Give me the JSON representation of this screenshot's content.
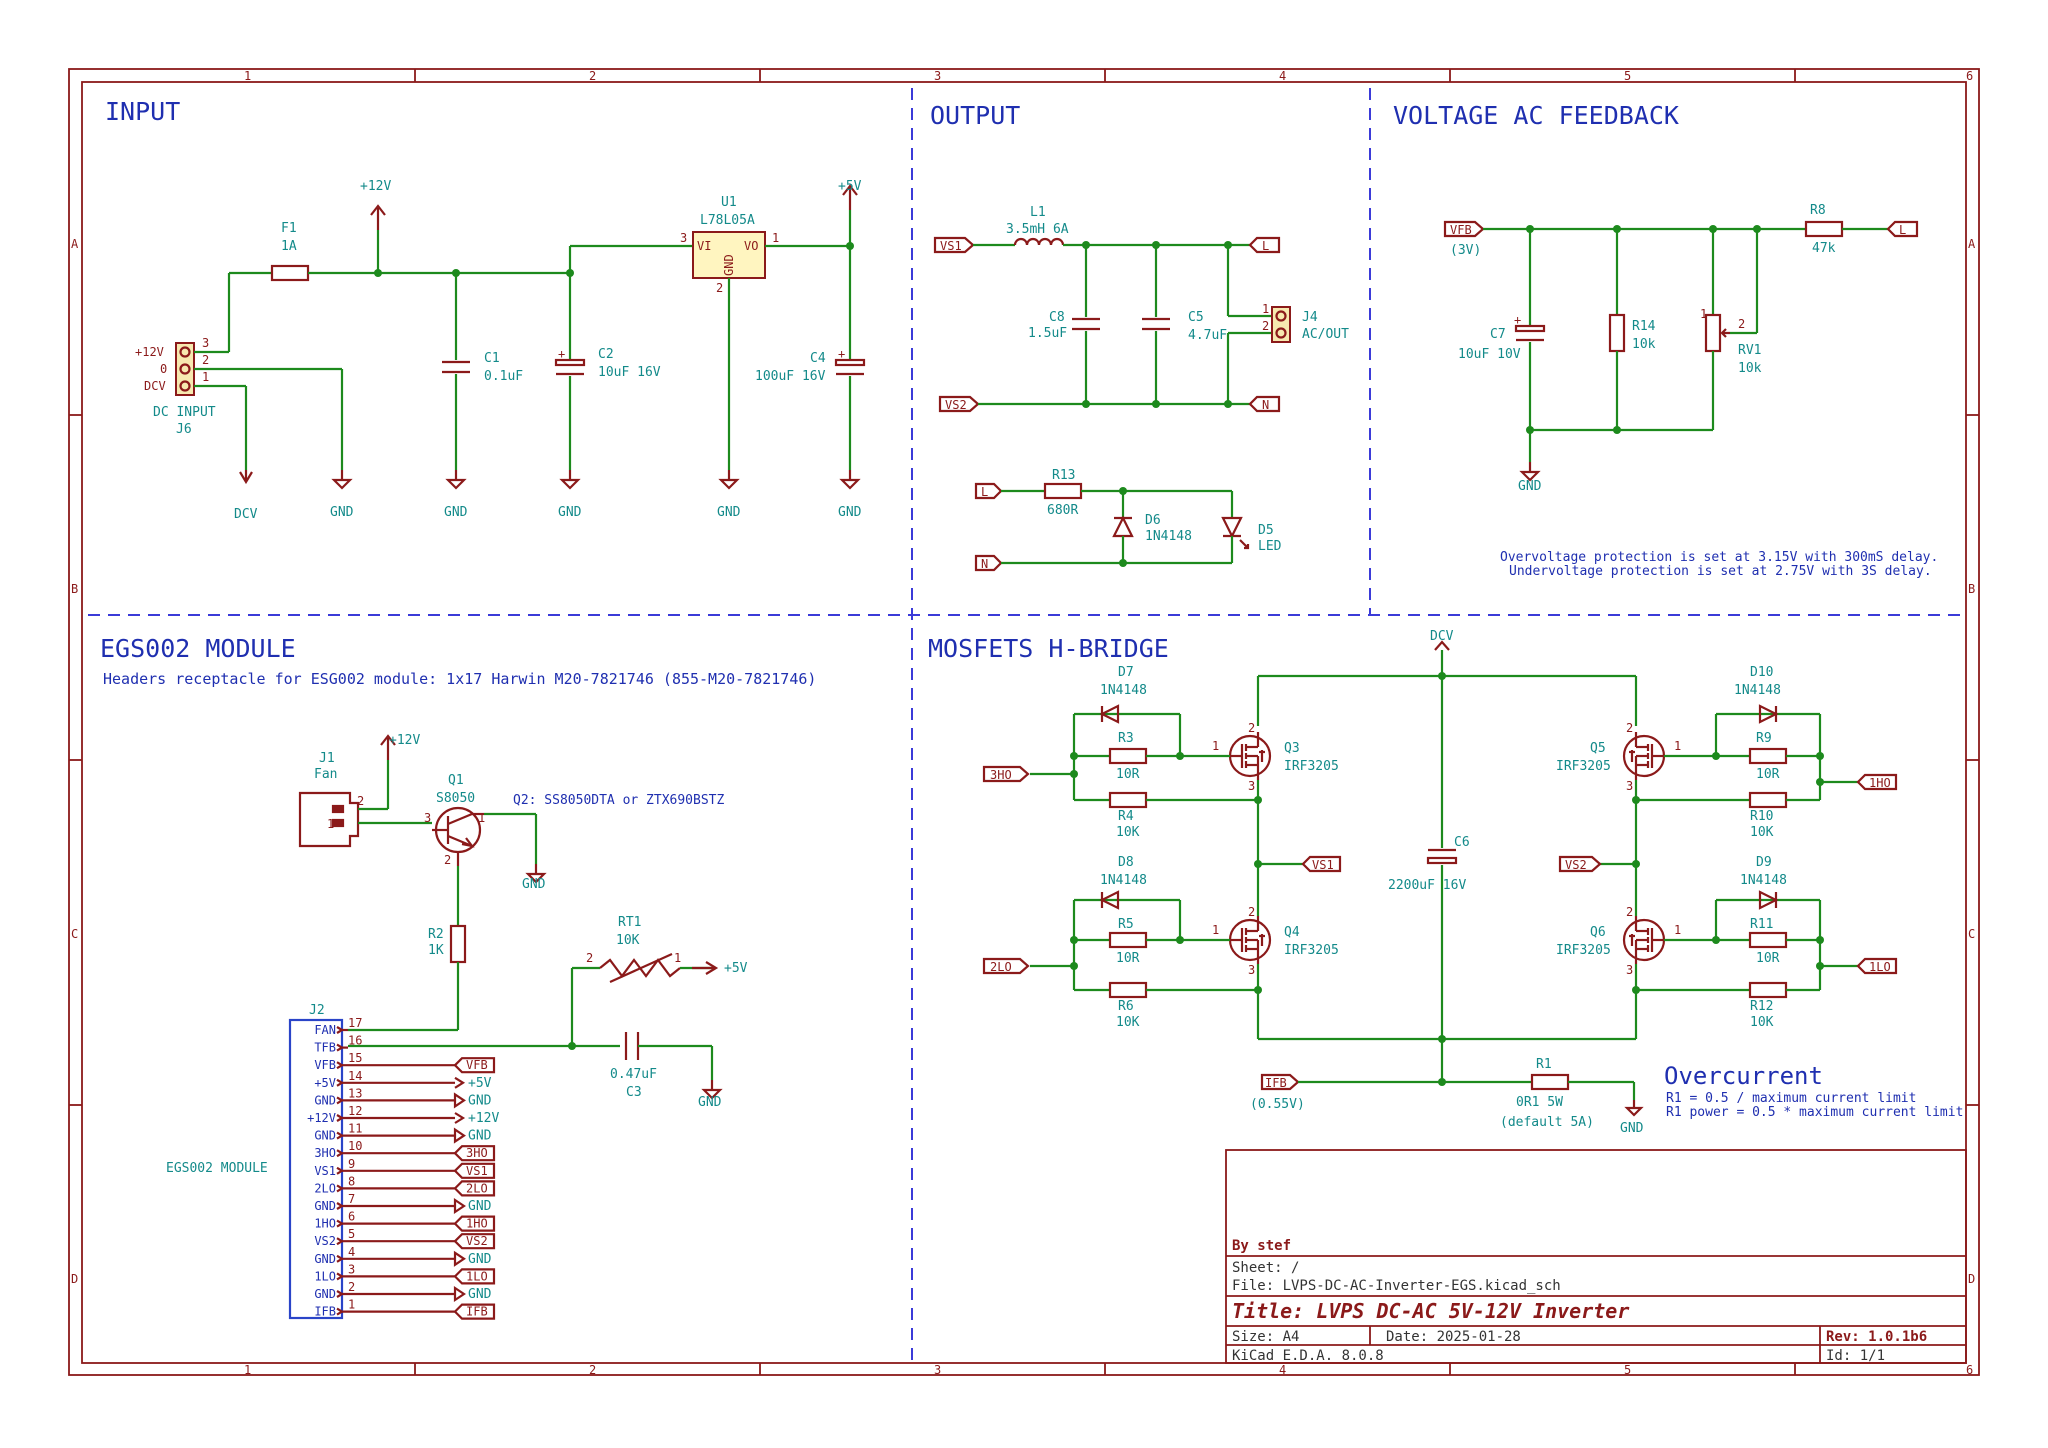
{
  "sections": {
    "input": "INPUT",
    "output": "OUTPUT",
    "feedback": "VOLTAGE AC FEEDBACK",
    "egs": "EGS002 MODULE",
    "hbridge": "MOSFETS H-BRIDGE"
  },
  "notes": {
    "egs_header": "Headers receptacle for ESG002 module: 1x17 Harwin M20-7821746 (855-M20-7821746)",
    "q2": "Q2: SS8050DTA or ZTX690BSTZ",
    "overvoltage": "Overvoltage protection is set at 3.15V with 300mS delay.",
    "undervoltage": "Undervoltage protection is set at 2.75V with 3S delay.",
    "overcurrent": "Overcurrent",
    "oc1": "R1 = 0.5 / maximum current limit",
    "oc2": "R1 power = 0.5 * maximum current limit"
  },
  "frame": {
    "cols": [
      "1",
      "2",
      "3",
      "4",
      "5",
      "6"
    ],
    "rows": [
      "A",
      "B",
      "C",
      "D"
    ]
  },
  "input": {
    "f1_ref": "F1",
    "f1_val": "1A",
    "p12": "+12V",
    "p5": "+5V",
    "u1_ref": "U1",
    "u1_val": "L78L05A",
    "u1_vi": "VI",
    "u1_vo": "VO",
    "u1_gnd": "GND",
    "u1_p3": "3",
    "u1_p1": "1",
    "u1_p2": "2",
    "j6_p12": "+12V",
    "j6_p0": "0",
    "j6_pdcv": "DCV",
    "j6_n3": "3",
    "j6_n2": "2",
    "j6_n1": "1",
    "j6_val": "DC INPUT",
    "j6_ref": "J6",
    "c1_ref": "C1",
    "c1_val": "0.1uF",
    "c2_ref": "C2",
    "c2_val": "10uF 16V",
    "c4_ref": "C4",
    "c4_val": "100uF 16V",
    "dcv": "DCV",
    "gnd": "GND"
  },
  "output": {
    "l1_ref": "L1",
    "l1_val": "3.5mH 6A",
    "vs1": "VS1",
    "vs2": "VS2",
    "l": "L",
    "n": "N",
    "c8_ref": "C8",
    "c8_val": "1.5uF",
    "c5_ref": "C5",
    "c5_val": "4.7uF",
    "j4_ref": "J4",
    "j4_val": "AC/OUT",
    "j4_n1": "1",
    "j4_n2": "2",
    "r13_ref": "R13",
    "r13_val": "680R",
    "d6_ref": "D6",
    "d6_val": "1N4148",
    "d5_ref": "D5",
    "d5_val": "LED"
  },
  "feedback": {
    "vfb": "VFB",
    "vfb_v": "(3V)",
    "r8_ref": "R8",
    "r8_val": "47k",
    "l": "L",
    "c7_ref": "C7",
    "c7_val": "10uF 10V",
    "r14_ref": "R14",
    "r14_val": "10k",
    "rv1_ref": "RV1",
    "rv1_val": "10k",
    "rv1_n1": "1",
    "rv1_n2": "2",
    "gnd": "GND"
  },
  "egs": {
    "p12": "+12V",
    "j1_ref": "J1",
    "j1_val": "Fan",
    "j1_n2": "2",
    "j1_n1": "1",
    "q1_ref": "Q1",
    "q1_val": "S8050",
    "q1_n3": "3",
    "q1_n1": "1",
    "q1_n2": "2",
    "r2_ref": "R2",
    "r2_val": "1K",
    "rt1_ref": "RT1",
    "rt1_val": "10K",
    "rt1_n2": "2",
    "rt1_n1": "1",
    "p5": "+5V",
    "c3_val": "0.47uF",
    "c3_ref": "C3",
    "gnd": "GND",
    "j2_ref": "J2",
    "j2_val": "EGS002 MODULE",
    "pins": [
      {
        "name": "FAN",
        "num": "17",
        "net": ""
      },
      {
        "name": "TFB",
        "num": "16",
        "net": ""
      },
      {
        "name": "VFB",
        "num": "15",
        "net": "VFB"
      },
      {
        "name": "+5V",
        "num": "14",
        "net": "+5V"
      },
      {
        "name": "GND",
        "num": "13",
        "net": "GND"
      },
      {
        "name": "+12V",
        "num": "12",
        "net": "+12V"
      },
      {
        "name": "GND",
        "num": "11",
        "net": "GND"
      },
      {
        "name": "3HO",
        "num": "10",
        "net": "3HO"
      },
      {
        "name": "VS1",
        "num": "9",
        "net": "VS1"
      },
      {
        "name": "2LO",
        "num": "8",
        "net": "2LO"
      },
      {
        "name": "GND",
        "num": "7",
        "net": "GND"
      },
      {
        "name": "1HO",
        "num": "6",
        "net": "1HO"
      },
      {
        "name": "VS2",
        "num": "5",
        "net": "VS2"
      },
      {
        "name": "GND",
        "num": "4",
        "net": "GND"
      },
      {
        "name": "1LO",
        "num": "3",
        "net": "1LO"
      },
      {
        "name": "GND",
        "num": "2",
        "net": "GND"
      },
      {
        "name": "IFB",
        "num": "1",
        "net": "IFB"
      }
    ]
  },
  "hbridge": {
    "dcv": "DCV",
    "d7_ref": "D7",
    "d7_val": "1N4148",
    "r3_ref": "R3",
    "r3_val": "10R",
    "r4_ref": "R4",
    "r4_val": "10K",
    "q3_ref": "Q3",
    "q3_val": "IRF3205",
    "net3ho": "3HO",
    "d8_ref": "D8",
    "d8_val": "1N4148",
    "r5_ref": "R5",
    "r5_val": "10R",
    "r6_ref": "R6",
    "r6_val": "10K",
    "q4_ref": "Q4",
    "q4_val": "IRF3205",
    "net2lo": "2LO",
    "vs1": "VS1",
    "vs2": "VS2",
    "c6_ref": "C6",
    "c6_val": "2200uF 16V",
    "d10_ref": "D10",
    "d10_val": "1N4148",
    "r9_ref": "R9",
    "r9_val": "10R",
    "r10_ref": "R10",
    "r10_val": "10K",
    "q5_ref": "Q5",
    "q5_val": "IRF3205",
    "net1ho": "1HO",
    "d9_ref": "D9",
    "d9_val": "1N4148",
    "r11_ref": "R11",
    "r11_val": "10R",
    "r12_ref": "R12",
    "r12_val": "10K",
    "q6_ref": "Q6",
    "q6_val": "IRF3205",
    "net1lo": "1LO",
    "ifb": "IFB",
    "ifb_v": "(0.55V)",
    "r1_ref": "R1",
    "r1_val": "0R1 5W",
    "r1_def": "(default 5A)",
    "gnd": "GND",
    "pin1": "1",
    "pin2": "2",
    "pin3": "3"
  },
  "title_block": {
    "by": "By stef",
    "sheet": "Sheet: /",
    "file": "File: LVPS-DC-AC-Inverter-EGS.kicad_sch",
    "title": "Title: LVPS DC-AC 5V-12V Inverter",
    "size": "Size: A4",
    "date": "Date: 2025-01-28",
    "rev": "Rev: 1.0.1b6",
    "tool": "KiCad E.D.A. 8.0.8",
    "id": "Id: 1/1"
  }
}
